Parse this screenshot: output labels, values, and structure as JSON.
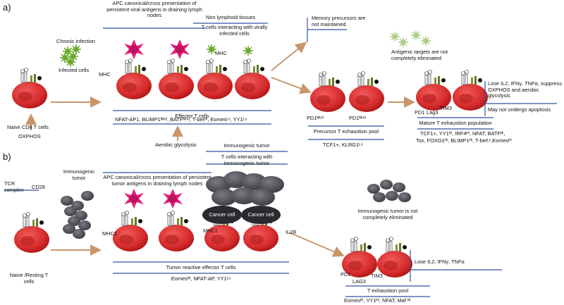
{
  "panel_a": {
    "label": "a)",
    "naive_cell": "Naive CD8 T cells",
    "oxphos": "OXPHOS",
    "chronic_infection": "Chronic infection",
    "infected_cells": "Infected cells",
    "apc_title": "APC canonical/cross presentation of persistent viral antigens in draining lymph nodes",
    "mhc_left": "MHC",
    "non_lymphoid_title": "Non lymphoid tissues",
    "non_lymphoid_sub": "T cells interacting with virally infected cells",
    "mhc_right": "MHC",
    "effector_title": "Effector T cells",
    "effector_factors": "NFAT-AP1, BLIMP1ᴹᵒᵈ, BATFᴹᵒᵈ, T-betᴴⁱ, Eomesᴸᵒ, YY1ᴸᵒ",
    "aerobic": "Aerobic glycolysis",
    "memory": "Memory precursors are not maintained",
    "antigenic": "Antigenic targets are not completely eliminated",
    "pd1_a": "PD1ᴹᵒᵈ",
    "pd1_b": "PD1ᴹᵒᵈ",
    "precursor_title": "Precursor T exhaustion pool",
    "precursor_factors": "TCF1+, KLRG1ᴸᵒ",
    "pd1_mature": "PD1",
    "lag3_mature": "Lag3",
    "tim3_mature": "TIM3",
    "lose_text": "Lose IL2, IFNγ, TNFα, suppress OXPHOS and aerobic glycolysis",
    "apoptosis": "May not undergo apoptosis",
    "mature_title": "Mature T exhaustion population",
    "mature_factors_1": "TCF1+, YY1ᴴⁱ, IRF4ᴴⁱ, NFAT, BATFᴴⁱ,",
    "mature_factors_2": "Tox, FOXO1ᴴⁱ, BLIMP1ᴴⁱ, T-betᴸᵒ,Eomesᴴⁱ"
  },
  "panel_b": {
    "label": "b)",
    "tcr": "TCR complex",
    "cd28": "CD28",
    "naive": "Naive /Resting T cells",
    "immunogenic_small": "Immunogenic tumor",
    "apc_title": "APC canonical/cross presentation of persistent tumor antigens in draining lymph nodes",
    "mhc1": "MHC1",
    "mhc1_b": "MHC1",
    "immunogenic_top": "Immunogenic tumor",
    "interacting": "T cells interacting with immunogenic tumor",
    "cancer_cell_1": "Cancer cell",
    "cancer_cell_2": "Cancer cell",
    "il2r": "IL2R",
    "effector_title": "Tumor reactive effector T cells",
    "effector_factors": "Eomesᴴⁱ, NFAT-AP, YY1ᴸᵒ",
    "not_eliminated": "Immunogenic tumor is not completely eliminated",
    "pd1": "PD1",
    "lag3": "LAG3",
    "tim3": "TIM3",
    "lose": "Lose IL2, IFNγ, TNFα",
    "exhaustion_title": "T exhaustion pool",
    "exhaustion_factors": "Eomesᴴⁱ, YY1ᴴⁱ,   NFAT, Maf ᴴⁱ"
  },
  "colors": {
    "cell": "#d42a2a",
    "line": "#2f55a0",
    "arrow": "#c9966a",
    "tumor": "#4d4d55",
    "virus": "#7fc23a",
    "apc": "#e0207a"
  }
}
